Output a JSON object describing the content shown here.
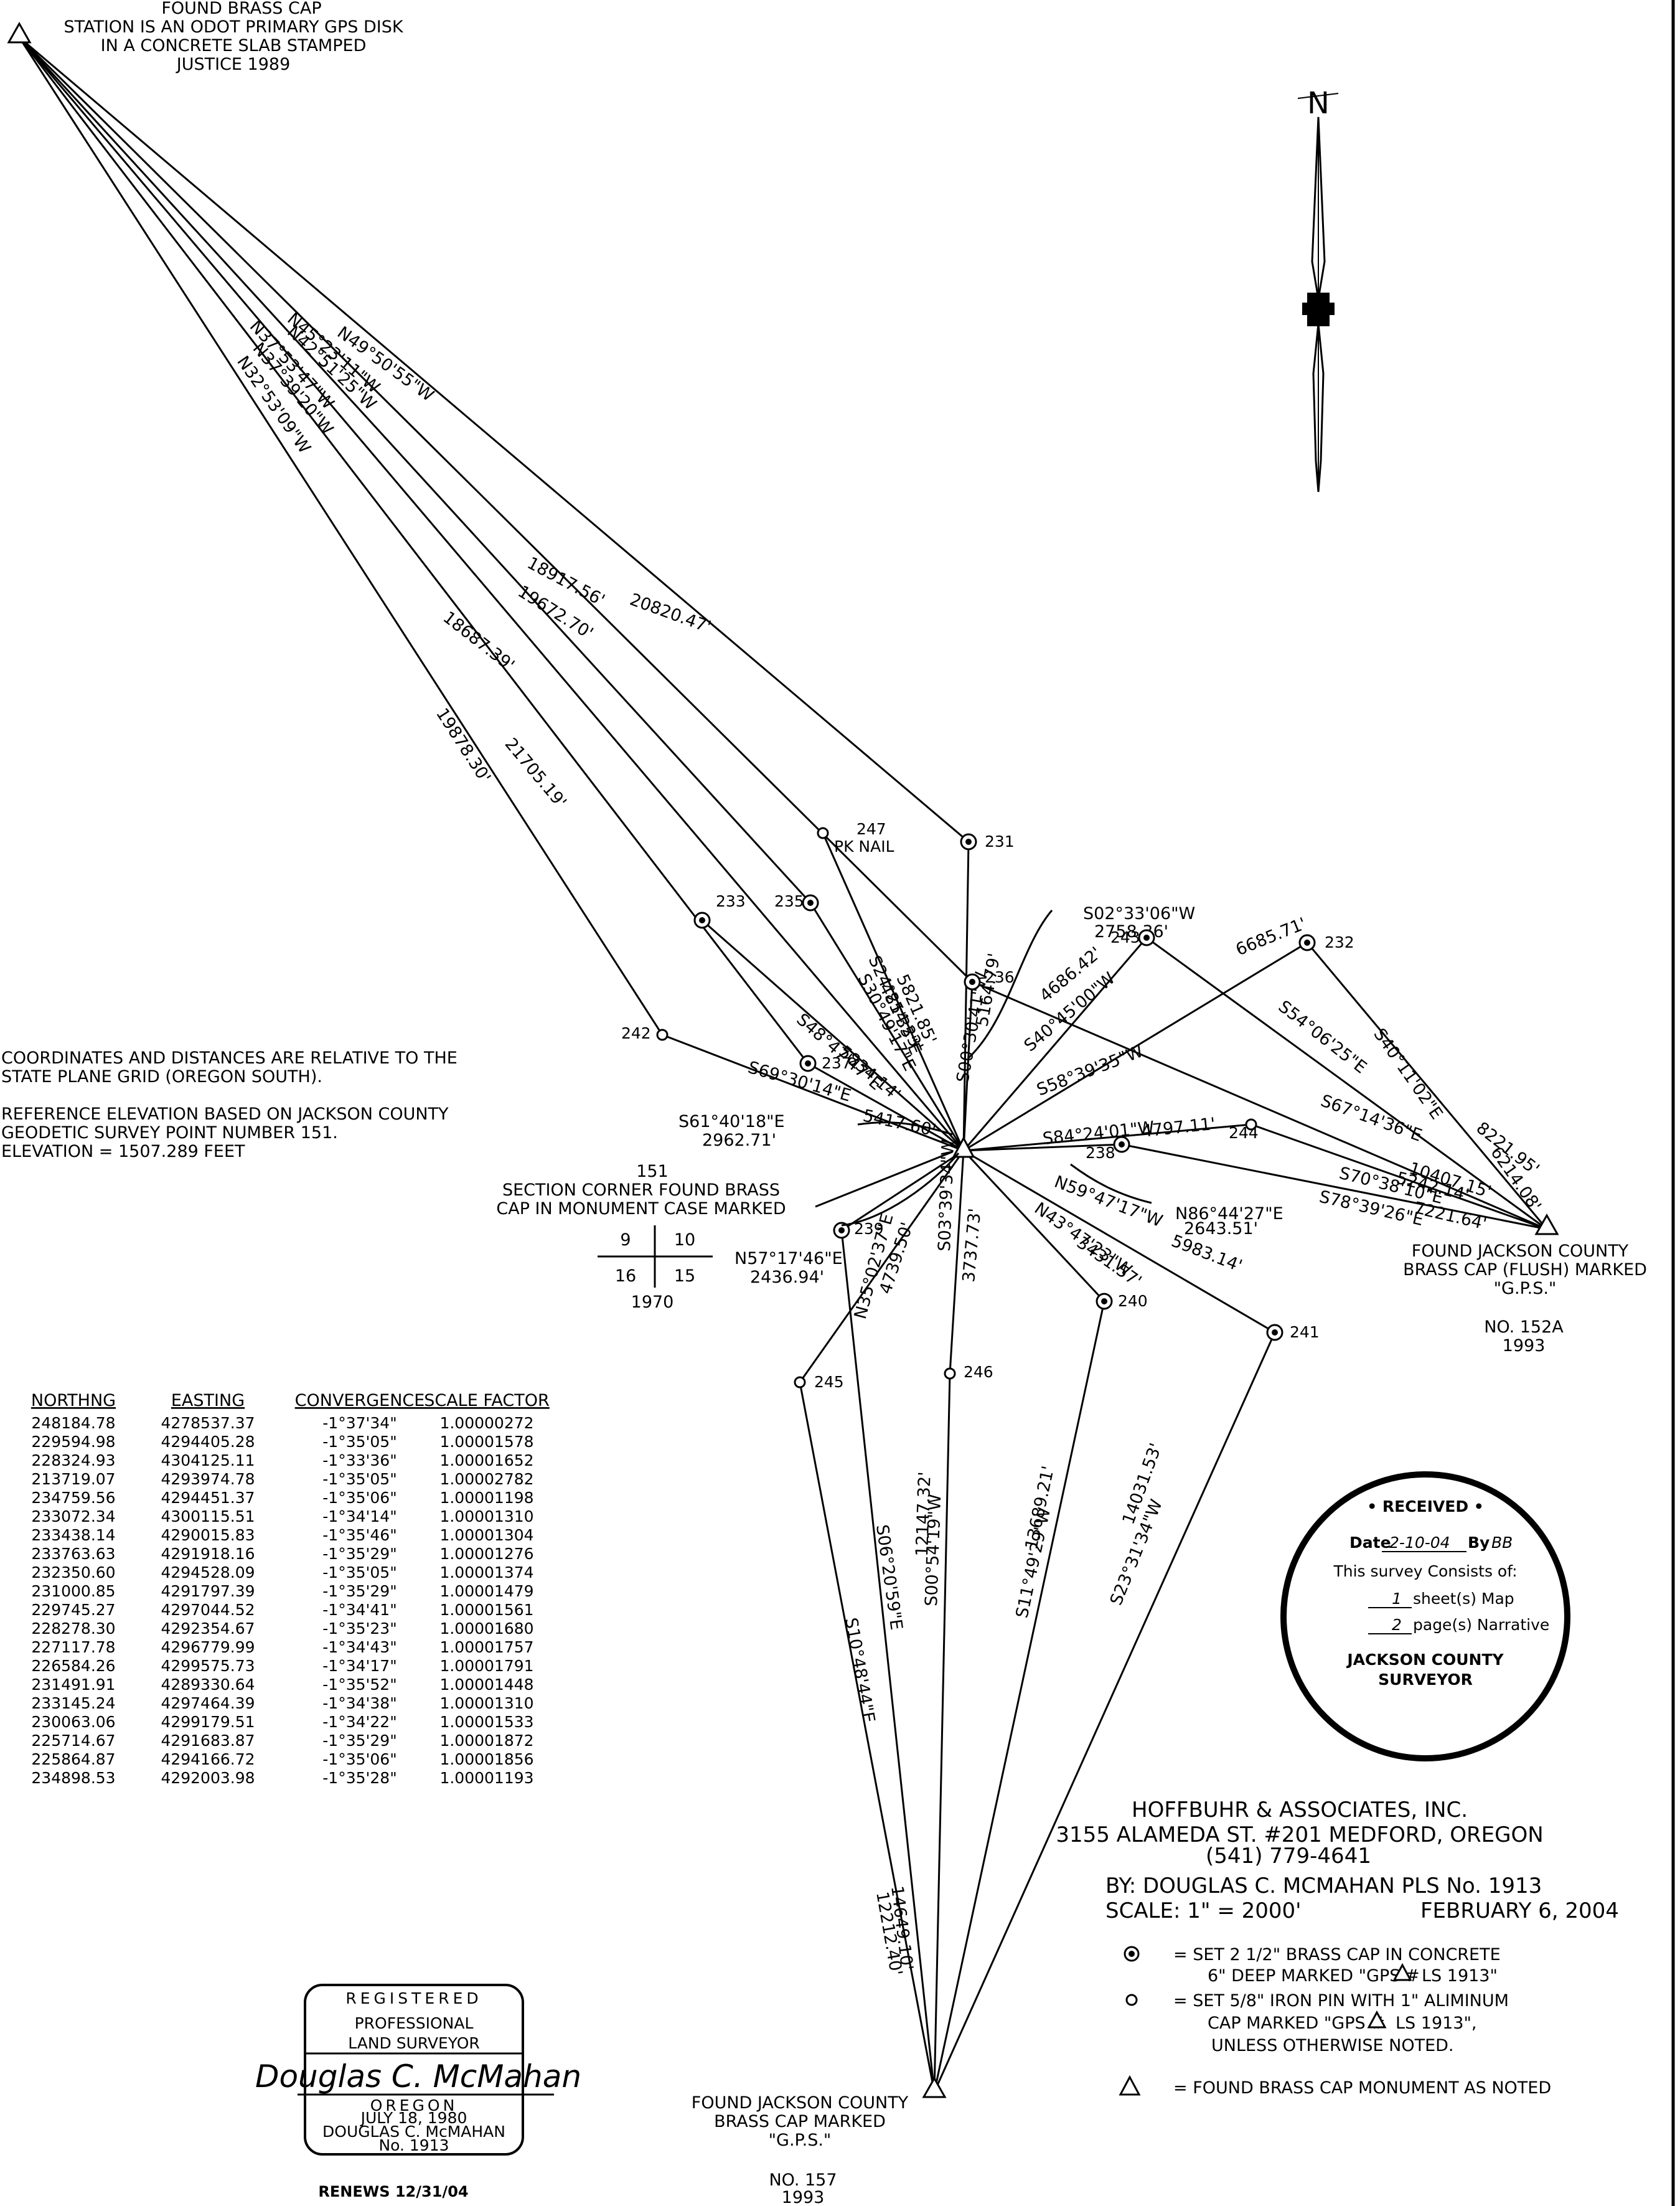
{
  "notes": {
    "top_station": [
      "FOUND BRASS CAP",
      "STATION IS AN ODOT PRIMARY GPS DISK",
      "IN A CONCRETE SLAB STAMPED",
      "JUSTICE 1989"
    ],
    "reference": [
      "COORDINATES AND DISTANCES ARE RELATIVE TO THE",
      "STATE PLANE GRID (OREGON SOUTH).",
      "",
      "REFERENCE ELEVATION BASED ON JACKSON COUNTY",
      "GEODETIC SURVEY POINT NUMBER 151.",
      "ELEVATION = 1507.289 FEET"
    ],
    "section_corner": [
      "151",
      "SECTION CORNER FOUND BRASS",
      "CAP IN MONUMENT CASE MARKED"
    ],
    "section_box": {
      "nw": "9",
      "ne": "10",
      "sw": "16",
      "se": "15",
      "year": "1970"
    },
    "east_monument": [
      "FOUND JACKSON COUNTY",
      "BRASS CAP (FLUSH) MARKED",
      "\"G.P.S.\"",
      "",
      "NO. 152A",
      "1993"
    ],
    "south_monument": [
      "FOUND JACKSON COUNTY",
      "BRASS CAP MARKED",
      "\"G.P.S.\"",
      "",
      "NO. 157",
      "1993"
    ]
  },
  "north_arrow": {
    "label": "N"
  },
  "points": [
    {
      "id": "231",
      "symbol": "brass-cap"
    },
    {
      "id": "232",
      "symbol": "brass-cap"
    },
    {
      "id": "233",
      "symbol": "brass-cap"
    },
    {
      "id": "235",
      "symbol": "brass-cap"
    },
    {
      "id": "236",
      "symbol": "brass-cap"
    },
    {
      "id": "237",
      "symbol": "brass-cap"
    },
    {
      "id": "238",
      "symbol": "brass-cap"
    },
    {
      "id": "239",
      "symbol": "brass-cap"
    },
    {
      "id": "240",
      "symbol": "brass-cap"
    },
    {
      "id": "241",
      "symbol": "brass-cap"
    },
    {
      "id": "242",
      "symbol": "iron-pin"
    },
    {
      "id": "243",
      "symbol": "brass-cap"
    },
    {
      "id": "244",
      "symbol": "iron-pin"
    },
    {
      "id": "245",
      "symbol": "iron-pin"
    },
    {
      "id": "246",
      "symbol": "iron-pin"
    },
    {
      "id": "247",
      "symbol": "iron-pin",
      "note": "PK NAIL"
    }
  ],
  "courses": [
    {
      "from": "top",
      "to": "231",
      "bearing": "N49°50'55\"W",
      "distance": "20820.47'"
    },
    {
      "from": "top",
      "to": "236",
      "bearing": "N45°23'11\"W",
      "distance": "18917.56'"
    },
    {
      "from": "top",
      "to": "235",
      "bearing": "N42°51'25\"W",
      "distance": "19672.70'"
    },
    {
      "from": "top",
      "to": "237",
      "bearing": "N37°53'47\"W",
      "distance": "18687.39'"
    },
    {
      "from": "top",
      "to": "hub",
      "bearing": "N37°39'20\"W",
      "distance": "21705.19'"
    },
    {
      "from": "top",
      "to": "242",
      "bearing": "N32°53'09\"W",
      "distance": "19878.30'"
    },
    {
      "from": "hub",
      "to": "247",
      "bearing": "S24°21'35\"E",
      "distance": "5821.85'"
    },
    {
      "from": "hub",
      "to": "235",
      "bearing": "S30°49'17\"E",
      "distance": "4854.23'"
    },
    {
      "from": "hub",
      "to": "233",
      "bearing": "S48°47'47\"E",
      "distance": "5834.14'"
    },
    {
      "from": "hub",
      "to": "231",
      "bearing": "S00°30'41\"W",
      "distance": "5164.79'"
    },
    {
      "from": "hub",
      "to": "236",
      "bearing": "S02°33'06\"W",
      "distance": "2758.36'"
    },
    {
      "from": "hub",
      "to": "243",
      "bearing": "S40°45'00\"W",
      "distance": "4686.42'"
    },
    {
      "from": "hub",
      "to": "232",
      "bearing": "S58°39'35\"W",
      "distance": "6685.71'"
    },
    {
      "from": "hub",
      "to": "242",
      "bearing": "S69°30'14\"E",
      "distance": "5417.60'"
    },
    {
      "from": "hub",
      "to": "237",
      "bearing": "S61°40'18\"E",
      "distance": "2962.71'"
    },
    {
      "from": "hub",
      "to": "244",
      "bearing": "S84°24'01\"W",
      "distance": "4797.11'"
    },
    {
      "from": "hub",
      "to": "238",
      "bearing": "N86°44'27\"E",
      "distance": "2643.51'"
    },
    {
      "from": "hub",
      "to": "241",
      "bearing": "N59°47'17\"W",
      "distance": "5983.14'"
    },
    {
      "from": "hub",
      "to": "240",
      "bearing": "N43°47'23\"W",
      "distance": "3431.57'"
    },
    {
      "from": "hub",
      "to": "239",
      "bearing": "N57°17'46\"E",
      "distance": "2436.94'"
    },
    {
      "from": "hub",
      "to": "245",
      "bearing": "N35°02'37\"E",
      "distance": "4739.50'"
    },
    {
      "from": "hub",
      "to": "246",
      "bearing": "S03°39'34\"W",
      "distance": "3737.73'"
    },
    {
      "from": "east",
      "to": "236",
      "bearing": "S67°14'36\"E",
      "distance": "10407.15'"
    },
    {
      "from": "east",
      "to": "243",
      "bearing": "S54°06'25\"E",
      "distance": "8221.95'"
    },
    {
      "from": "east",
      "to": "232",
      "bearing": "S40°11'02\"E",
      "distance": "6214.08'"
    },
    {
      "from": "east",
      "to": "244",
      "bearing": "S70°38'10\"E",
      "distance": "5242.14'"
    },
    {
      "from": "east",
      "to": "238",
      "bearing": "S78°39'26\"E",
      "distance": "7221.64'"
    },
    {
      "from": "south",
      "to": "239",
      "bearing": "S06°20'59\"E",
      "distance": "14649.10'"
    },
    {
      "from": "south",
      "to": "245",
      "bearing": "S10°48'44\"E",
      "distance": "12212.40'"
    },
    {
      "from": "south",
      "to": "246",
      "bearing": "S00°54'19\"W",
      "distance": "12147.32'"
    },
    {
      "from": "south",
      "to": "240",
      "bearing": "S11°49'29\"W",
      "distance": "13689.21'"
    },
    {
      "from": "south",
      "to": "241",
      "bearing": "S23°31'34\"W",
      "distance": "14031.53'"
    }
  ],
  "table": {
    "headers": [
      "NORTHNG",
      "EASTING",
      "CONVERGENCE",
      "SCALE FACTOR"
    ],
    "rows": [
      [
        "248184.78",
        "4278537.37",
        "-1°37'34\"",
        "1.00000272"
      ],
      [
        "229594.98",
        "4294405.28",
        "-1°35'05\"",
        "1.00001578"
      ],
      [
        "228324.93",
        "4304125.11",
        "-1°33'36\"",
        "1.00001652"
      ],
      [
        "213719.07",
        "4293974.78",
        "-1°35'05\"",
        "1.00002782"
      ],
      [
        "234759.56",
        "4294451.37",
        "-1°35'06\"",
        "1.00001198"
      ],
      [
        "233072.34",
        "4300115.51",
        "-1°34'14\"",
        "1.00001310"
      ],
      [
        "233438.14",
        "4290015.83",
        "-1°35'46\"",
        "1.00001304"
      ],
      [
        "233763.63",
        "4291918.16",
        "-1°35'29\"",
        "1.00001276"
      ],
      [
        "232350.60",
        "4294528.09",
        "-1°35'05\"",
        "1.00001374"
      ],
      [
        "231000.85",
        "4291797.39",
        "-1°35'29\"",
        "1.00001479"
      ],
      [
        "229745.27",
        "4297044.52",
        "-1°34'41\"",
        "1.00001561"
      ],
      [
        "228278.30",
        "4292354.67",
        "-1°35'23\"",
        "1.00001680"
      ],
      [
        "227117.78",
        "4296779.99",
        "-1°34'43\"",
        "1.00001757"
      ],
      [
        "226584.26",
        "4299575.73",
        "-1°34'17\"",
        "1.00001791"
      ],
      [
        "231491.91",
        "4289330.64",
        "-1°35'52\"",
        "1.00001448"
      ],
      [
        "233145.24",
        "4297464.39",
        "-1°34'38\"",
        "1.00001310"
      ],
      [
        "230063.06",
        "4299179.51",
        "-1°34'22\"",
        "1.00001533"
      ],
      [
        "225714.67",
        "4291683.87",
        "-1°35'29\"",
        "1.00001872"
      ],
      [
        "225864.87",
        "4294166.72",
        "-1°35'06\"",
        "1.00001856"
      ],
      [
        "234898.53",
        "4292003.98",
        "-1°35'28\"",
        "1.00001193"
      ]
    ]
  },
  "received_stamp": {
    "title": "• RECEIVED •",
    "date_label": "Date",
    "date_value": "2-10-04",
    "by_label": "By",
    "by_value": "BB",
    "consists": "This survey Consists of:",
    "sheets_value": "1",
    "sheets_label": "sheet(s) Map",
    "pages_value": "2",
    "pages_label": "page(s) Narrative",
    "office": [
      "JACKSON COUNTY",
      "SURVEYOR"
    ]
  },
  "title_block": {
    "company": "HOFFBUHR & ASSOCIATES, INC.",
    "address": "3155 ALAMEDA ST. #201   MEDFORD, OREGON",
    "phone": "(541) 779-4641",
    "by": "BY:  DOUGLAS C. MCMAHAN   PLS No.  1913",
    "scale": "SCALE:  1\" = 2000'",
    "date": "FEBRUARY 6, 2004"
  },
  "legend": [
    {
      "symbol": "brass-cap",
      "lines": [
        "=   SET 2 1/2\"   BRASS CAP IN CONCRETE",
        "6\" DEEP MARKED \"GPS #",
        "LS 1913\""
      ]
    },
    {
      "symbol": "iron-pin",
      "lines": [
        "=   SET 5/8\" IRON PIN WITH 1\" ALIMINUM",
        "CAP MARKED \"GPS #",
        "LS 1913\",",
        "UNLESS OTHERWISE NOTED."
      ]
    },
    {
      "symbol": "monument",
      "lines": [
        "=   FOUND BRASS CAP MONUMENT AS NOTED"
      ]
    }
  ],
  "seal": {
    "top": "REGISTERED",
    "main": "PROFESSIONAL",
    "sub": "LAND SURVEYOR",
    "signature": "Douglas C. McMahan",
    "state": "OREGON",
    "date": "JULY 18, 1980",
    "name": "DOUGLAS C. McMAHAN",
    "number": "No. 1913",
    "renews": "RENEWS 12/31/04"
  }
}
